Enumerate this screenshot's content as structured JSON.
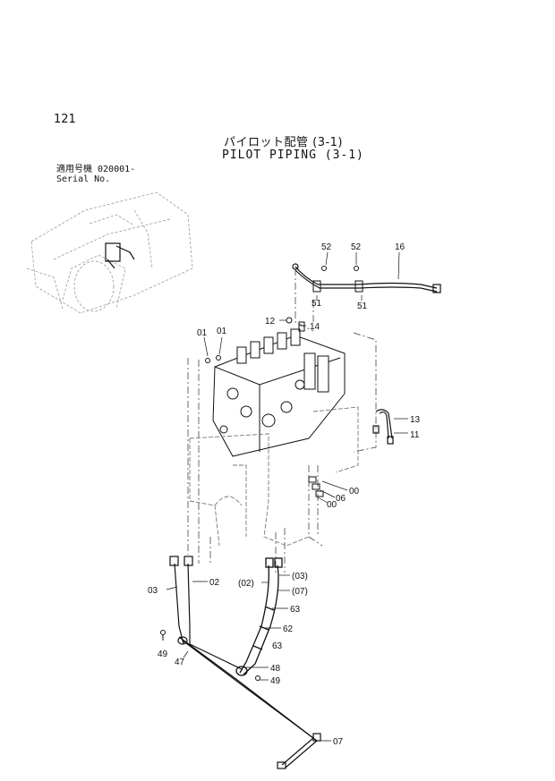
{
  "page_number": "121",
  "title_jp": "パイロット配管 (3-1)",
  "title_en": "PILOT PIPING (3-1)",
  "serial": {
    "label_jp": "適用号機 020001-",
    "label_en": "Serial No."
  },
  "parts": {
    "p52a": "52",
    "p52b": "52",
    "p16": "16",
    "p51a": "51",
    "p51b": "51",
    "p12": "12",
    "p14": "14",
    "p01a": "01",
    "p01b": "01",
    "p13": "13",
    "p11": "11",
    "p00a": "00",
    "p06": "06",
    "p00b": "00",
    "p03": "03",
    "p02": "02",
    "p03p": "(03)",
    "p02p": "(02)",
    "p07p": "(07)",
    "p63a": "63",
    "p62": "62",
    "p63b": "63",
    "p49a": "49",
    "p47": "47",
    "p48": "48",
    "p49b": "49",
    "p07": "07"
  }
}
